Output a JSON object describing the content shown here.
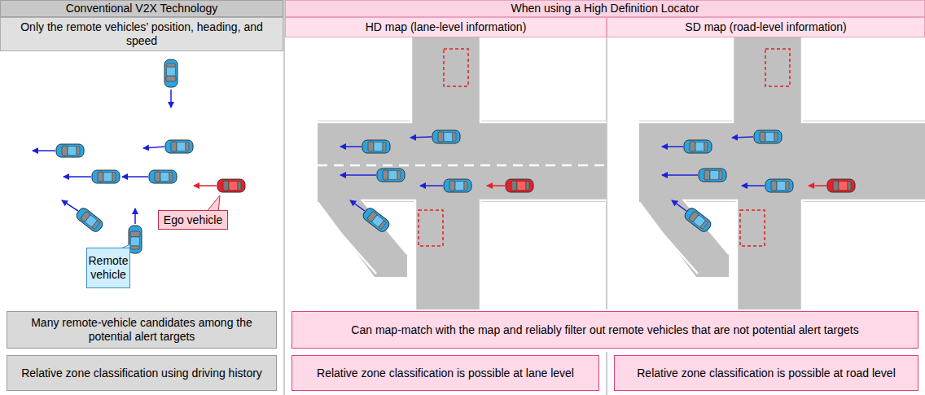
{
  "diagram": {
    "nodes": [
      {
        "text": [
          "Conventional V2X Technology"
        ]
      },
      {
        "text": [
          "When using a High Definition Locator"
        ]
      },
      {
        "text": [
          "Only the remote vehicles’ position, heading, and speed"
        ]
      },
      {
        "text": [
          "HD map (lane-level information)"
        ]
      },
      {
        "text": [
          "SD map (road-level information)"
        ]
      },
      {
        "text": [
          "Ego vehicle"
        ]
      },
      {
        "text": [
          "Remote vehicle"
        ]
      },
      {
        "text": [
          "Many remote-vehicle candidates among the potential alert targets"
        ]
      },
      {
        "text": [
          "Can map-match with the map and reliably filter out remote vehicles that are not potential alert targets"
        ]
      },
      {
        "text": [
          "Relative zone classification using driving history"
        ]
      },
      {
        "text": [
          "Relative zone classification is possible at lane level"
        ]
      },
      {
        "text": [
          "Relative zone classification is possible at road level"
        ]
      }
    ]
  }
}
